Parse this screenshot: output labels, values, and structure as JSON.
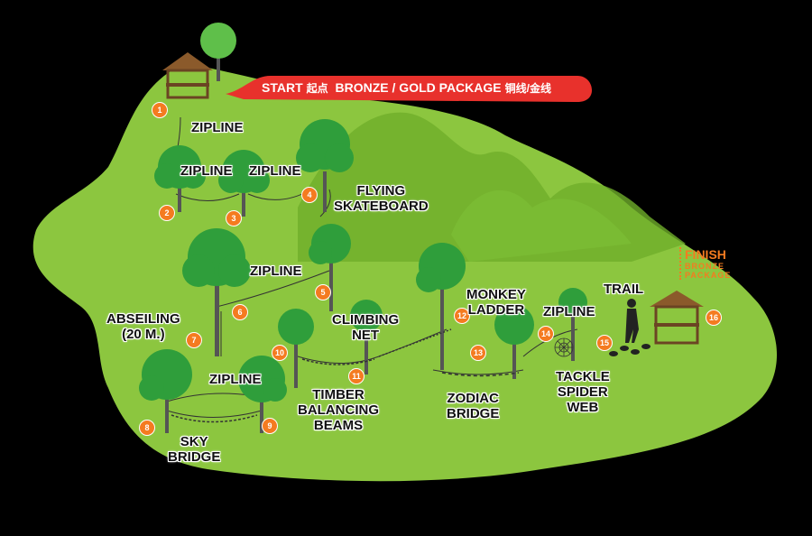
{
  "colors": {
    "land": "#8cc63f",
    "land_dark": "#6fae2b",
    "hills": "#5fa83a",
    "tree": "#2f9e3b",
    "banner": "#e8312c",
    "marker": "#f47b20"
  },
  "start_banner": {
    "start": "START",
    "start_cn": "起点",
    "package": "BRONZE / GOLD PACKAGE",
    "package_cn": "铜线/金线"
  },
  "finish": {
    "title": "FINISH",
    "line1": "BRONZE",
    "line2": "PACKAGE"
  },
  "stations": [
    {
      "number": "1"
    },
    {
      "number": "2"
    },
    {
      "number": "3"
    },
    {
      "number": "4"
    },
    {
      "number": "5"
    },
    {
      "number": "6"
    },
    {
      "number": "7"
    },
    {
      "number": "8"
    },
    {
      "number": "9"
    },
    {
      "number": "10"
    },
    {
      "number": "11"
    },
    {
      "number": "12"
    },
    {
      "number": "13"
    },
    {
      "number": "14"
    },
    {
      "number": "15"
    },
    {
      "number": "16"
    }
  ],
  "labels": {
    "zipline_1": "ZIPLINE",
    "zipline_2": "ZIPLINE",
    "zipline_3": "ZIPLINE",
    "flying_1": "FLYING",
    "flying_2": "SKATEBOARD",
    "zipline_4": "ZIPLINE",
    "abseiling_1": "ABSEILING",
    "abseiling_2": "(20 M.)",
    "climbing_1": "CLIMBING",
    "climbing_2": "NET",
    "monkey_1": "MONKEY",
    "monkey_2": "LADDER",
    "zipline_5": "ZIPLINE",
    "trail": "TRAIL",
    "zipline_6": "ZIPLINE",
    "timber_1": "TIMBER",
    "timber_2": "BALANCING",
    "timber_3": "BEAMS",
    "zodiac_1": "ZODIAC",
    "zodiac_2": "BRIDGE",
    "tackle_1": "TACKLE",
    "tackle_2": "SPIDER",
    "tackle_3": "WEB",
    "sky_1": "SKY",
    "sky_2": "BRIDGE"
  }
}
